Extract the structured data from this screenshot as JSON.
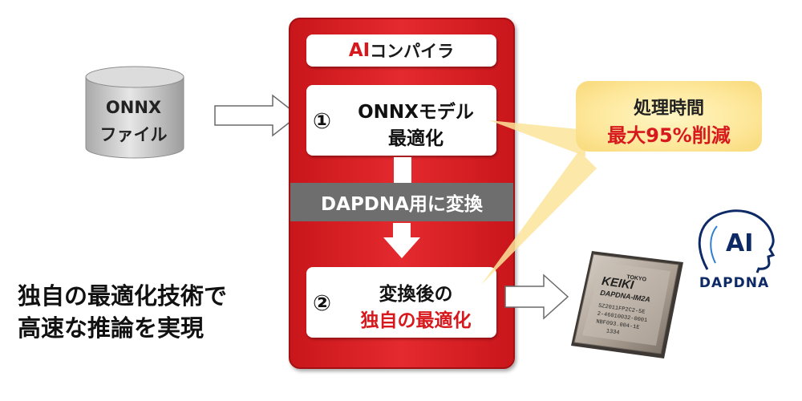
{
  "compiler": {
    "title_ai": "AI",
    "title_rest": "コンパイラ"
  },
  "step1": {
    "number": "①",
    "line1": "ONNXモデル",
    "line2": "最適化"
  },
  "convert": {
    "label": "DAPDNA用に変換"
  },
  "step2": {
    "number": "②",
    "line1": "変換後の",
    "line2": "独自の最適化"
  },
  "onnx_file": {
    "line1": "ONNX",
    "line2": "ファイル"
  },
  "callout": {
    "line1": "処理時間",
    "line2": "最大95%削減"
  },
  "summary": {
    "line1": "独自の最適化技術で",
    "line2": "高速な推論を実現"
  },
  "chip": {
    "brand": "KEIKI",
    "vendor": "TOKYO",
    "model": "DAPDNA-IM2A",
    "line1": "SZ2011FP2C2-5E",
    "line2": "2-46010032-0001",
    "line3": "NBF093.004-1E",
    "line4": "1334"
  },
  "logo": {
    "ai": "AI",
    "name": "DAPDNA"
  },
  "colors": {
    "panel_red": "#e42a2e",
    "accent_red": "#d7191e",
    "band_gray": "#6e6e6e",
    "callout_yellow": "#fde79a",
    "logo_navy": "#0d2a66"
  }
}
